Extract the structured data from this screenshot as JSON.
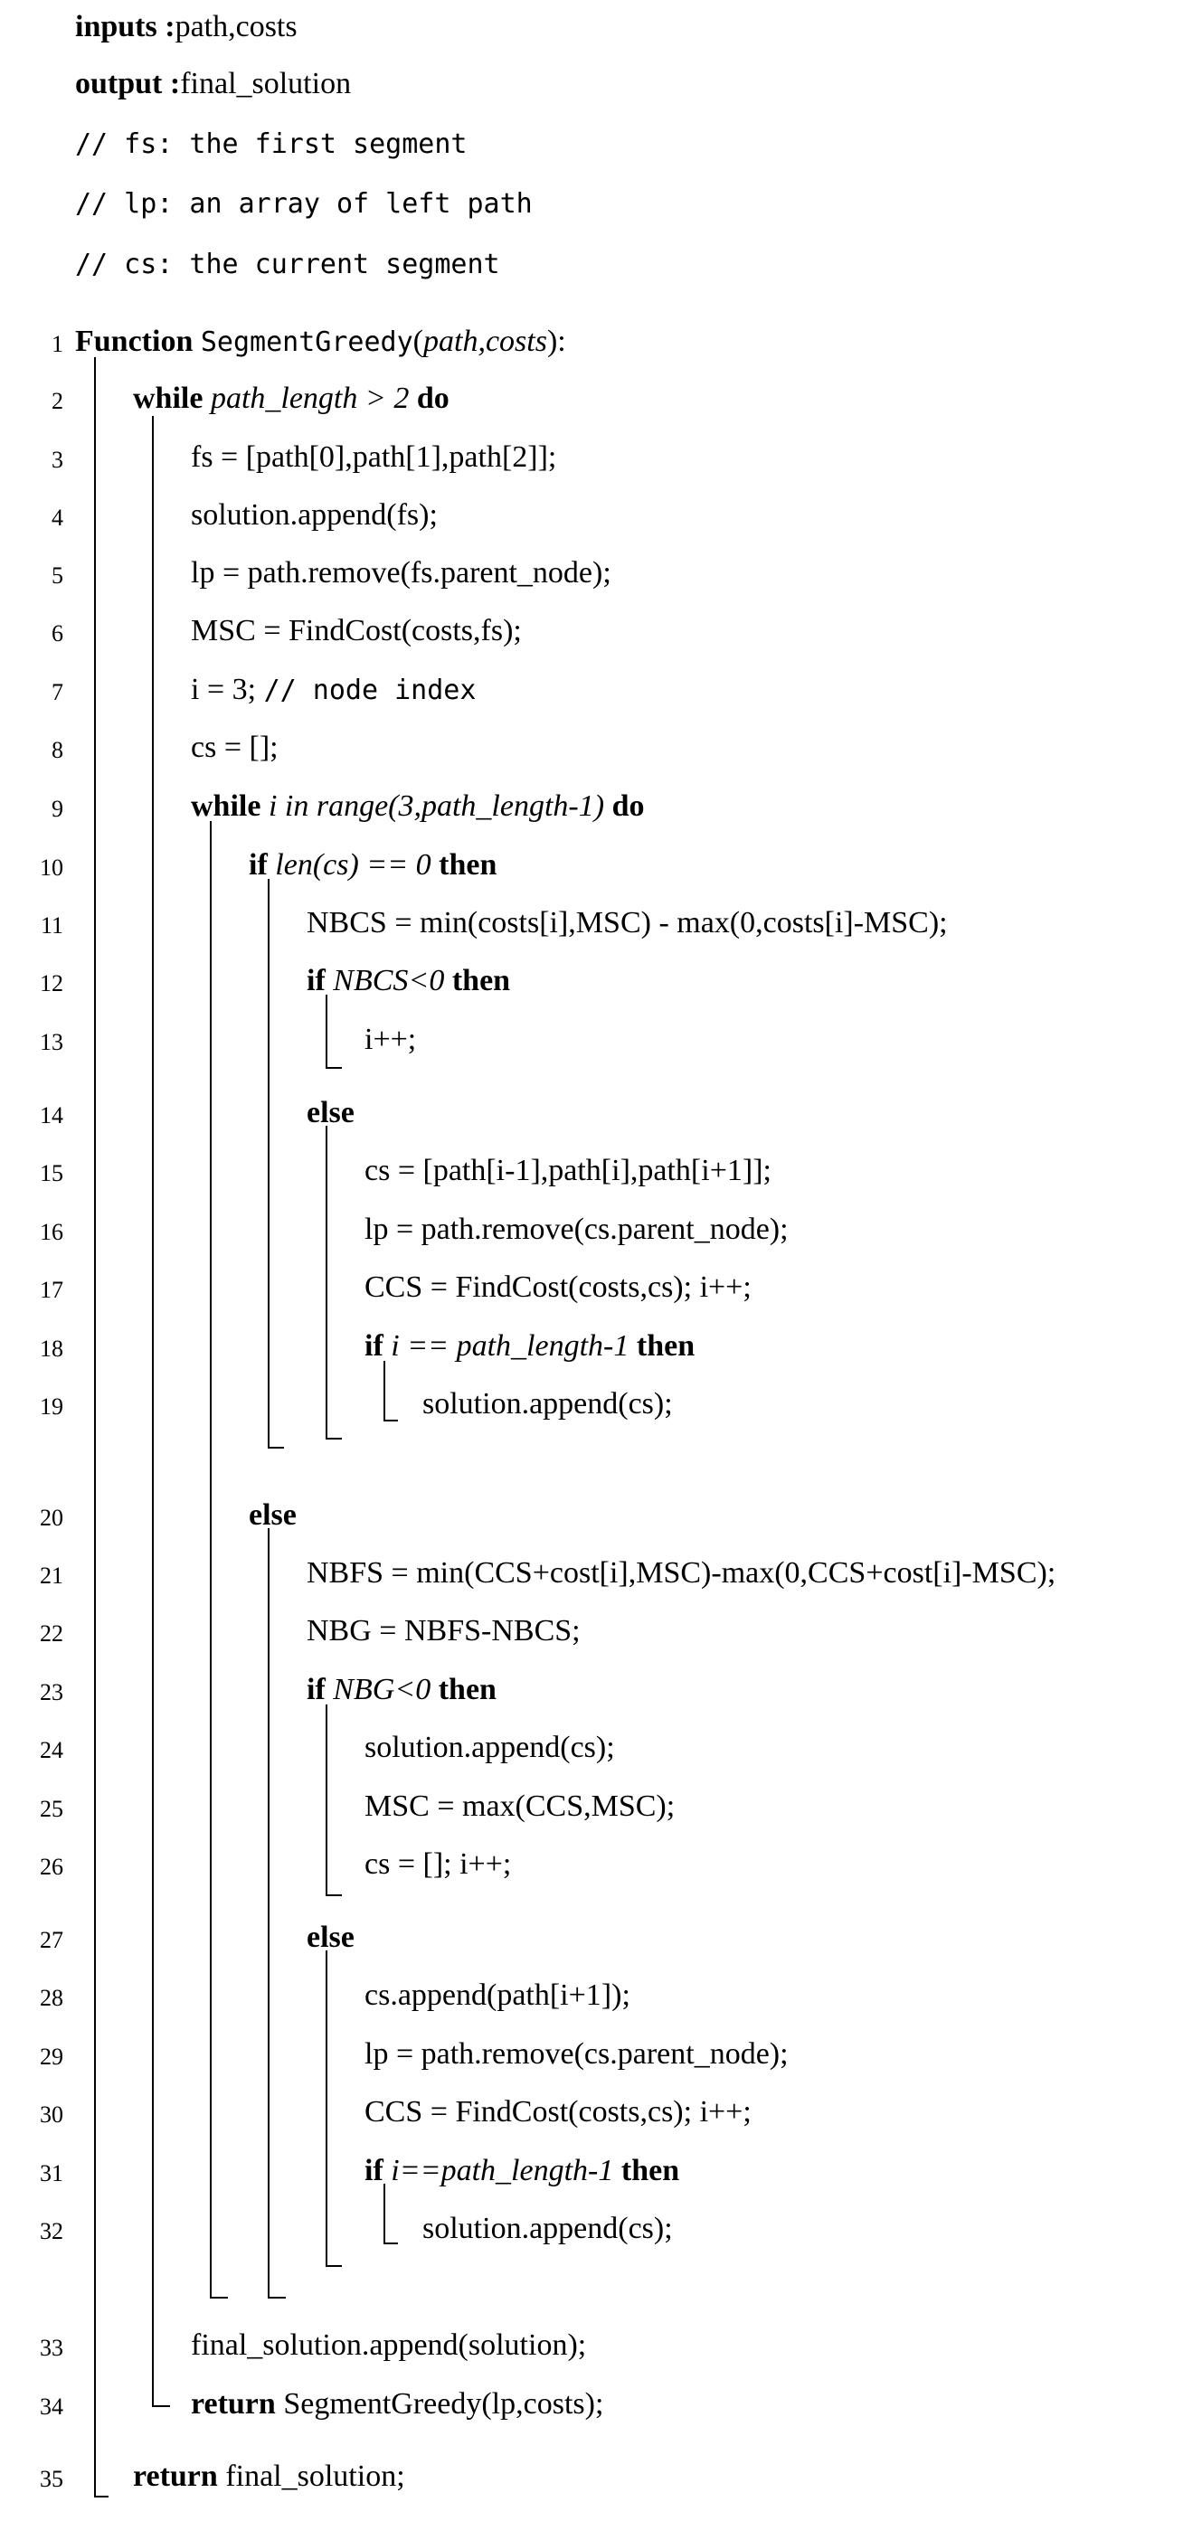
{
  "header": [
    {
      "parts": [
        {
          "t": "inputs",
          "c": "kw"
        },
        {
          "t": " :",
          "c": "kw"
        },
        {
          "t": "path,costs"
        }
      ]
    },
    {
      "parts": [
        {
          "t": "output",
          "c": "kw"
        },
        {
          "t": " :",
          "c": "kw"
        },
        {
          "t": "final_solution"
        }
      ]
    },
    {
      "parts": [
        {
          "t": "// fs:  the first segment",
          "c": "tt"
        }
      ]
    },
    {
      "parts": [
        {
          "t": "// lp:  an array of left path",
          "c": "tt"
        }
      ]
    },
    {
      "parts": [
        {
          "t": "// cs:  the current segment",
          "c": "tt"
        }
      ]
    }
  ],
  "lines": [
    {
      "n": "1",
      "d": 0,
      "parts": [
        {
          "t": "Function ",
          "c": "kw"
        },
        {
          "t": "SegmentGreedy",
          "c": "tt"
        },
        {
          "t": "(",
          "c": ""
        },
        {
          "t": "path,costs",
          "c": "it"
        },
        {
          "t": "):",
          "c": ""
        }
      ]
    },
    {
      "n": "2",
      "d": 1,
      "parts": [
        {
          "t": "while ",
          "c": "kw"
        },
        {
          "t": "path_length > 2 ",
          "c": "it"
        },
        {
          "t": "do",
          "c": "kw"
        }
      ]
    },
    {
      "n": "3",
      "d": 2,
      "parts": [
        {
          "t": "fs = [path[0],path[1],path[2]];"
        }
      ]
    },
    {
      "n": "4",
      "d": 2,
      "parts": [
        {
          "t": "solution.append(fs);"
        }
      ]
    },
    {
      "n": "5",
      "d": 2,
      "parts": [
        {
          "t": "lp = path.remove(fs.parent_node);"
        }
      ]
    },
    {
      "n": "6",
      "d": 2,
      "parts": [
        {
          "t": "MSC = FindCost(costs,fs);"
        }
      ]
    },
    {
      "n": "7",
      "d": 2,
      "parts": [
        {
          "t": "i = 3; "
        },
        {
          "t": "// node index",
          "c": "tt"
        }
      ]
    },
    {
      "n": "8",
      "d": 2,
      "parts": [
        {
          "t": "cs = [];"
        }
      ]
    },
    {
      "n": "9",
      "d": 2,
      "parts": [
        {
          "t": "while ",
          "c": "kw"
        },
        {
          "t": "i in range(3,path_length-1) ",
          "c": "it"
        },
        {
          "t": "do",
          "c": "kw"
        }
      ]
    },
    {
      "n": "10",
      "d": 3,
      "parts": [
        {
          "t": "if ",
          "c": "kw"
        },
        {
          "t": "len(cs) == 0 ",
          "c": "it"
        },
        {
          "t": "then",
          "c": "kw"
        }
      ]
    },
    {
      "n": "11",
      "d": 4,
      "parts": [
        {
          "t": "NBCS = min(costs[i],MSC) - max(0,costs[i]-MSC);"
        }
      ]
    },
    {
      "n": "12",
      "d": 4,
      "parts": [
        {
          "t": "if ",
          "c": "kw"
        },
        {
          "t": "NBCS<0 ",
          "c": "it"
        },
        {
          "t": "then",
          "c": "kw"
        }
      ]
    },
    {
      "n": "13",
      "d": 5,
      "parts": [
        {
          "t": "i++;"
        }
      ]
    },
    {
      "n": "14",
      "d": 4,
      "parts": [
        {
          "t": "else",
          "c": "kw"
        }
      ]
    },
    {
      "n": "15",
      "d": 5,
      "parts": [
        {
          "t": "cs = [path[i-1],path[i],path[i+1]];"
        }
      ]
    },
    {
      "n": "16",
      "d": 5,
      "parts": [
        {
          "t": "lp = path.remove(cs.parent_node);"
        }
      ]
    },
    {
      "n": "17",
      "d": 5,
      "parts": [
        {
          "t": "CCS = FindCost(costs,cs); i++;"
        }
      ]
    },
    {
      "n": "18",
      "d": 5,
      "parts": [
        {
          "t": "if ",
          "c": "kw"
        },
        {
          "t": "i == path_length-1 ",
          "c": "it"
        },
        {
          "t": "then",
          "c": "kw"
        }
      ]
    },
    {
      "n": "19",
      "d": 6,
      "parts": [
        {
          "t": "solution.append(cs);"
        }
      ]
    },
    {
      "n": "20",
      "d": 3,
      "parts": [
        {
          "t": "else",
          "c": "kw"
        }
      ]
    },
    {
      "n": "21",
      "d": 4,
      "parts": [
        {
          "t": "NBFS = min(CCS+cost[i],MSC)-max(0,CCS+cost[i]-MSC);"
        }
      ]
    },
    {
      "n": "22",
      "d": 4,
      "parts": [
        {
          "t": "NBG = NBFS-NBCS;"
        }
      ]
    },
    {
      "n": "23",
      "d": 4,
      "parts": [
        {
          "t": "if ",
          "c": "kw"
        },
        {
          "t": "NBG<0 ",
          "c": "it"
        },
        {
          "t": "then",
          "c": "kw"
        }
      ]
    },
    {
      "n": "24",
      "d": 5,
      "parts": [
        {
          "t": "solution.append(cs);"
        }
      ]
    },
    {
      "n": "25",
      "d": 5,
      "parts": [
        {
          "t": "MSC = max(CCS,MSC);"
        }
      ]
    },
    {
      "n": "26",
      "d": 5,
      "parts": [
        {
          "t": "cs = []; i++;"
        }
      ]
    },
    {
      "n": "27",
      "d": 4,
      "parts": [
        {
          "t": "else",
          "c": "kw"
        }
      ]
    },
    {
      "n": "28",
      "d": 5,
      "parts": [
        {
          "t": "cs.append(path[i+1]);"
        }
      ]
    },
    {
      "n": "29",
      "d": 5,
      "parts": [
        {
          "t": "lp = path.remove(cs.parent_node);"
        }
      ]
    },
    {
      "n": "30",
      "d": 5,
      "parts": [
        {
          "t": "CCS = FindCost(costs,cs); i++;"
        }
      ]
    },
    {
      "n": "31",
      "d": 5,
      "parts": [
        {
          "t": "if ",
          "c": "kw"
        },
        {
          "t": "i==path_length-1 ",
          "c": "it"
        },
        {
          "t": "then",
          "c": "kw"
        }
      ]
    },
    {
      "n": "32",
      "d": 6,
      "parts": [
        {
          "t": "solution.append(cs);"
        }
      ]
    },
    {
      "n": "33",
      "d": 2,
      "parts": [
        {
          "t": "final_solution.append(solution);"
        }
      ]
    },
    {
      "n": "34",
      "d": 2,
      "parts": [
        {
          "t": "return ",
          "c": "kw"
        },
        {
          "t": "SegmentGreedy(lp,costs);"
        }
      ]
    },
    {
      "n": "35",
      "d": 1,
      "parts": [
        {
          "t": "return ",
          "c": "kw"
        },
        {
          "t": "final_solution;"
        }
      ]
    }
  ]
}
